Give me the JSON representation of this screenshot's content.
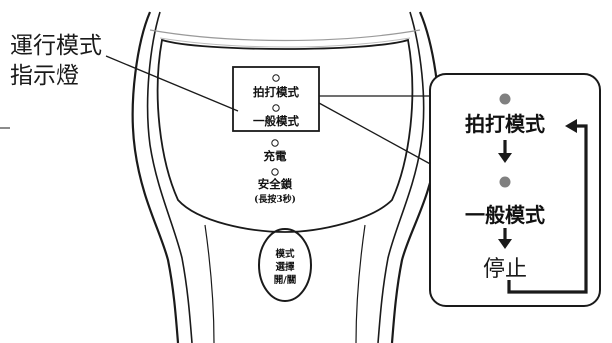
{
  "callout_label": {
    "line1": "運行模式",
    "line2": "指示燈"
  },
  "device": {
    "indicators": [
      {
        "label": "拍打模式"
      },
      {
        "label": "一般模式"
      },
      {
        "label": "充電"
      },
      {
        "label": "安全鎖",
        "sub": "(長按3秒)"
      }
    ],
    "mode_button": {
      "line1": "模式",
      "line2": "選擇",
      "line3": "開/關"
    }
  },
  "sequence_panel": {
    "step1": "拍打模式",
    "step2": "一般模式",
    "step3": "停止",
    "dot_color": "#808080",
    "arrow_color": "#1a1a1a"
  }
}
